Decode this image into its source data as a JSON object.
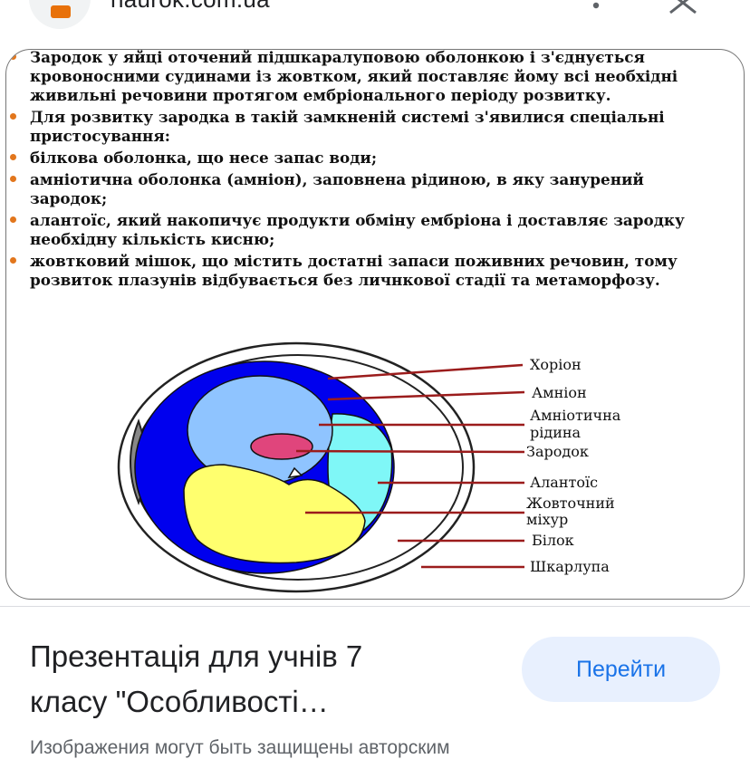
{
  "header": {
    "site_url": "naurok.com.ua",
    "menu_icon": "more-vert-icon",
    "close_icon": "close-icon"
  },
  "slide": {
    "bullets": [
      {
        "line1": "Зародок у яйці  оточений підшкаралуповою оболонкою і з'єднується",
        "line2": "кровоносними судинами із жовтком, який поставляє йому всі необхідні",
        "line3": "живильні речовини протягом ембріонального періоду розвитку."
      },
      {
        "line1": "Для розвитку зародка в такій замкненій системі з'явилися спеціальні",
        "line2": "пристосування:"
      },
      {
        "line1": "білкова оболонка, що несе запас води;"
      },
      {
        "line1": "амніотична оболонка (амніон), заповнена рідиною, в яку занурений",
        "line2": "зародок;"
      },
      {
        "line1": "алантоїс, який накопичує продукти обміну ембріона і доставляє зародку",
        "line2": "необхідну кількість кисню;"
      },
      {
        "line1": "жовтковий мішок, що містить достатні запаси поживних речовин, тому",
        "line2": "розвиток плазунів відбувається без личнкової стадії та метаморфозу."
      }
    ],
    "labels": {
      "chorion": "Хоріон",
      "amnion": "Амніон",
      "amniotic_fluid_1": "Амніотична",
      "amniotic_fluid_2": "рідина",
      "embryo": "Зародок",
      "allantois": "Алантоїс",
      "yolk_sac_1": "Жовточний",
      "yolk_sac_2": "міхур",
      "albumen": "Білок",
      "shell": "Шкарлупа"
    },
    "colors": {
      "chorion": "#0000ee",
      "amnion_fluid": "#8fc4ff",
      "embryo": "#e0457c",
      "allantois": "#7ff7f7",
      "yolk": "#ffff6e",
      "airsac": "#888888",
      "leader": "#9b1c1c",
      "bullet": "#e2761c"
    }
  },
  "result": {
    "title_line1": "Презентація для учнів 7",
    "title_line2": "класу \"Особливості…",
    "button_label": "Перейти",
    "notice": "Изображения могут быть защищены авторским"
  }
}
